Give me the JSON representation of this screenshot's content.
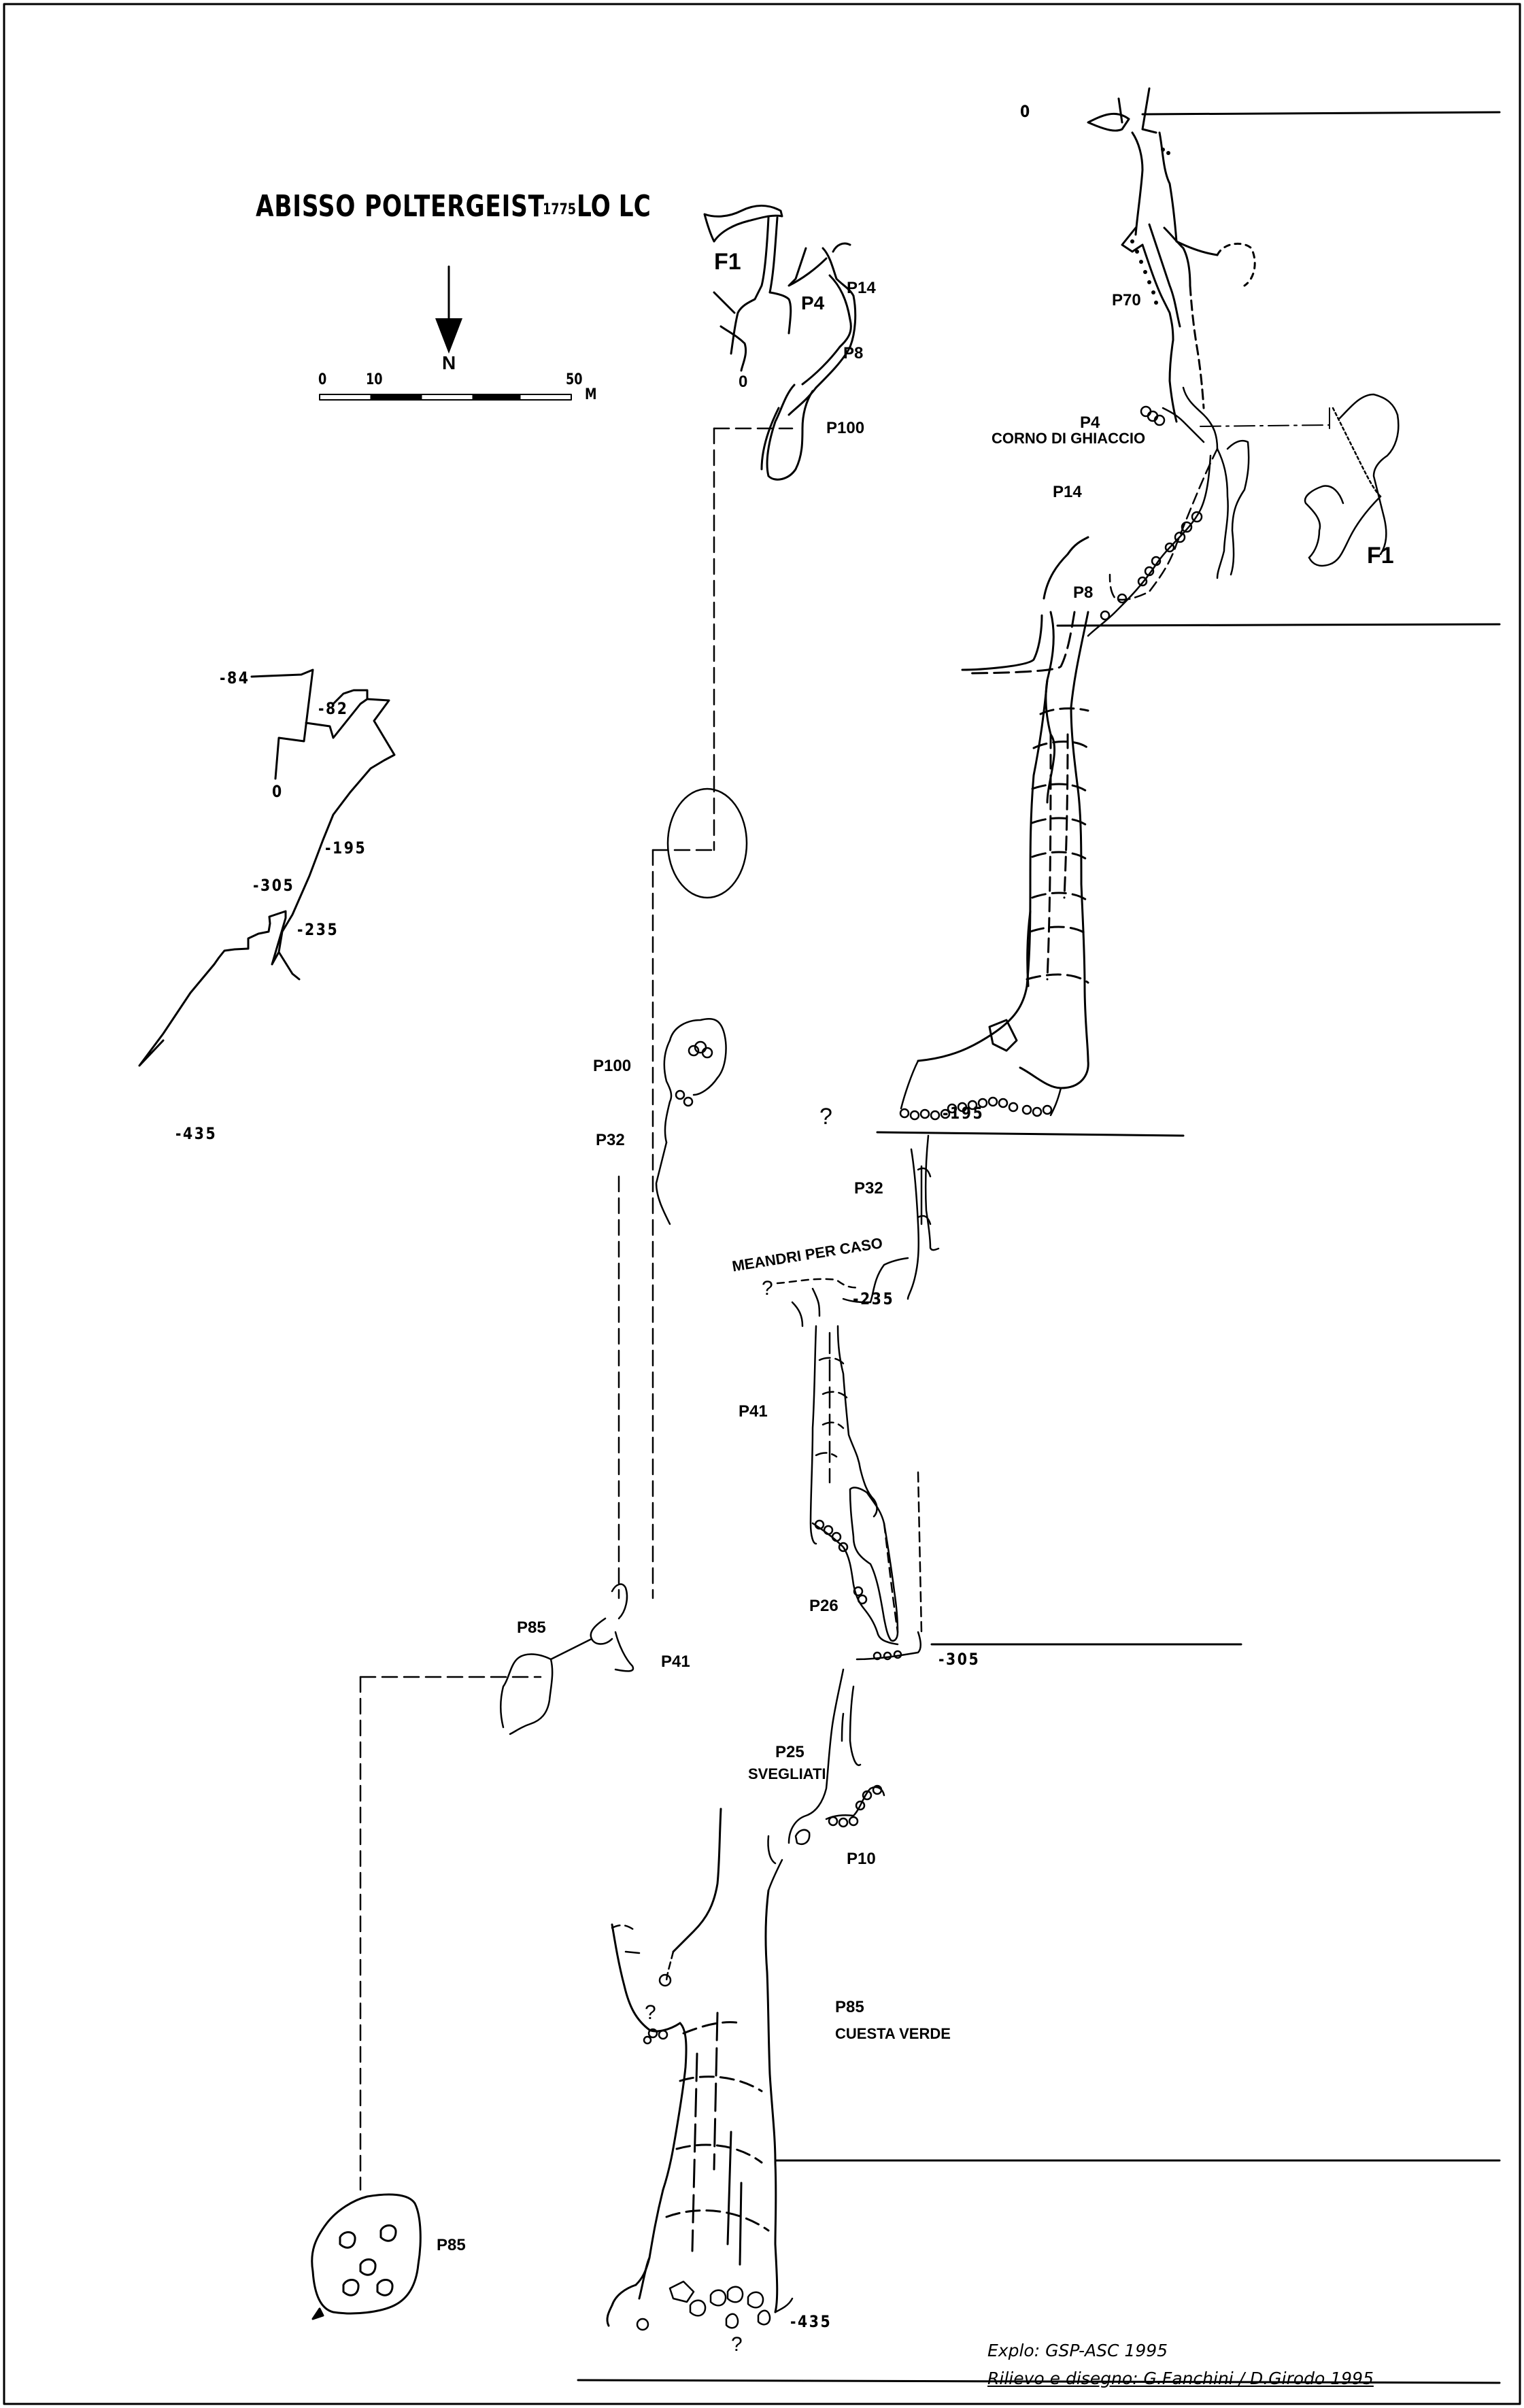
{
  "sheet": {
    "title": "ABISSO POLTERGEIST",
    "cadastral_number": "1775",
    "cadastral_code": "LO LC",
    "north_label": "N",
    "scale_bar": {
      "ticks": [
        "0",
        "10",
        "50"
      ],
      "unit": "M"
    }
  },
  "plan_view": {
    "labels": [
      "F1",
      "P4",
      "P14",
      "P8",
      "0",
      "P100",
      "P100",
      "P32",
      "P85",
      "P41",
      "P85"
    ]
  },
  "profile_line": {
    "depth_labels": [
      "-84",
      "-82",
      "0",
      "-195",
      "-305",
      "-235",
      "-435"
    ]
  },
  "section_view": {
    "entrance_label": "0",
    "pits": [
      "P70",
      "P4",
      "P14",
      "P8",
      "F1",
      "P32",
      "P41",
      "P26",
      "P25",
      "P10",
      "P85"
    ],
    "place_names": [
      "CORNO DI GHIACCIO",
      "MEANDRI PER CASO",
      "SVEGLIATI",
      "CUESTA VERDE"
    ],
    "depth_levels": [
      "-195",
      "-235",
      "-305",
      "-435"
    ],
    "unknown_marker": "?"
  },
  "credits": {
    "exploration": "Explo: GSP-ASC 1995",
    "survey": "Rilievo e disegno: G.Fanchini / D.Girodo 1995"
  }
}
